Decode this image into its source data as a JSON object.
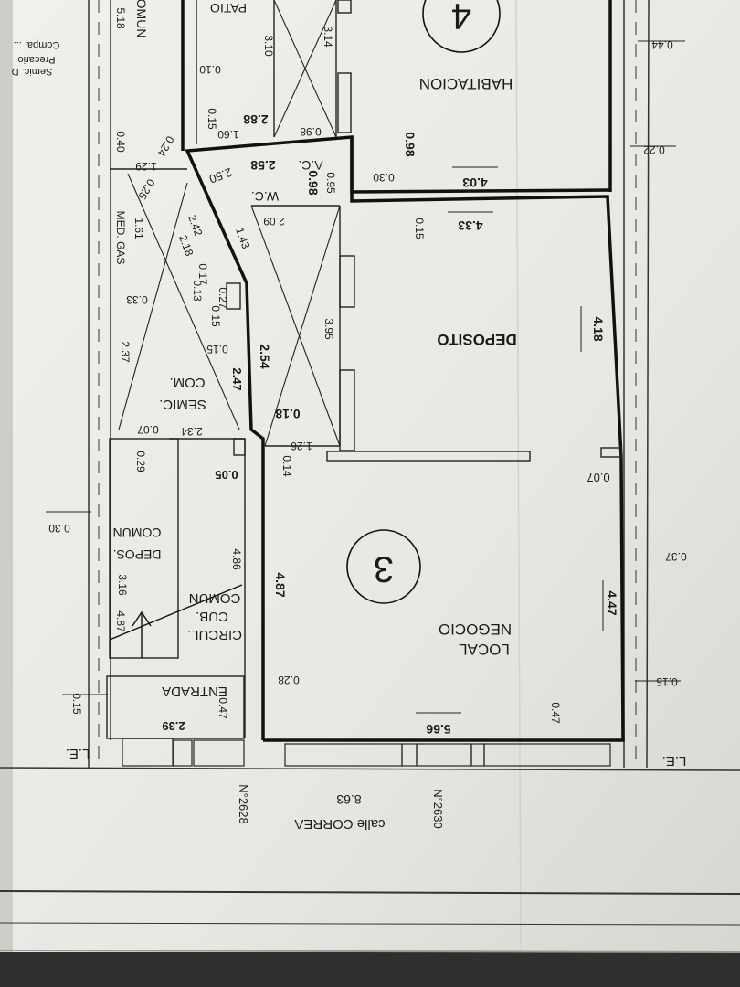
{
  "plan": {
    "rooms": {
      "local": "LOCAL",
      "negocio": "NEGOCIO",
      "deposito": "DEPOSITO",
      "habitacion": "HABITACION",
      "semic_com": "SEMIC.",
      "semic_com2": "COM.",
      "circul": "CIRCUL.",
      "cub": "CUB.",
      "comun": "COMUN",
      "depos": "DEPOS.",
      "depos_comun": "COMUN",
      "entrada": "ENTRADA",
      "wc": "W.C.",
      "ac": "A.C.",
      "patio": "PATIO",
      "med_gas": "MED. GAS",
      "comun_top": "COMUN"
    },
    "unit_numbers": {
      "three": "3",
      "four": "4"
    },
    "street": {
      "name": "calle CORREA",
      "width": "8.63",
      "num_left": "N°2628",
      "num_right": "N°2630"
    },
    "le_left": "L.E.",
    "le_right": "L.E.",
    "notes_top_left": [
      "Semic. D",
      "Precario",
      "Compa. ..."
    ],
    "dims": {
      "d_566": "5.66",
      "d_047a": "0.47",
      "d_028": "0.28",
      "d_487": "4.87",
      "d_447": "4.47",
      "d_037": "0.37",
      "d_007": "0.07",
      "d_015r": "0.15",
      "d_418": "4.18",
      "d_433": "4.33",
      "d_015m": "0.15",
      "d_403": "4.03",
      "d_030h": "0.30",
      "d_098h": "0.98",
      "d_022": "0.22",
      "d_044": "0.44",
      "d_395": "3.95",
      "d_209": "2.09",
      "d_143": "1.43",
      "d_018": "0.18",
      "d_126": "1.26",
      "d_014": "0.14",
      "d_254": "2.54",
      "d_098wc": "0.98",
      "d_095": "0.95",
      "d_258": "2.58",
      "d_250": "2.50",
      "d_098p": "0.98",
      "d_160": "1.60",
      "d_288": "2.88",
      "d_015p": "0.15",
      "d_010": "0.10",
      "d_310": "3.10",
      "d_314": "3.14",
      "d_518": "5.18",
      "d_040": "0.40",
      "d_024": "0.24",
      "d_129": "1.29",
      "d_025": "0.25",
      "d_161": "1.61",
      "d_242": "2.42",
      "d_218": "2.18",
      "d_017": "0.17",
      "d_027": "0.27",
      "d_013": "0.13",
      "d_015s": "0.15",
      "d_015t": "0.15",
      "d_033": "0.33",
      "d_237": "2.37",
      "d_247": "2.47",
      "d_234": "2.34",
      "d_007s": "0.07",
      "d_029": "0.29",
      "d_005": "0.05",
      "d_486": "4.86",
      "d_316": "3.16",
      "d_087": "4.87",
      "d_047b": "0.47",
      "d_239": "2.39",
      "d_015l": "0.15",
      "d_030l": "0.30"
    }
  }
}
